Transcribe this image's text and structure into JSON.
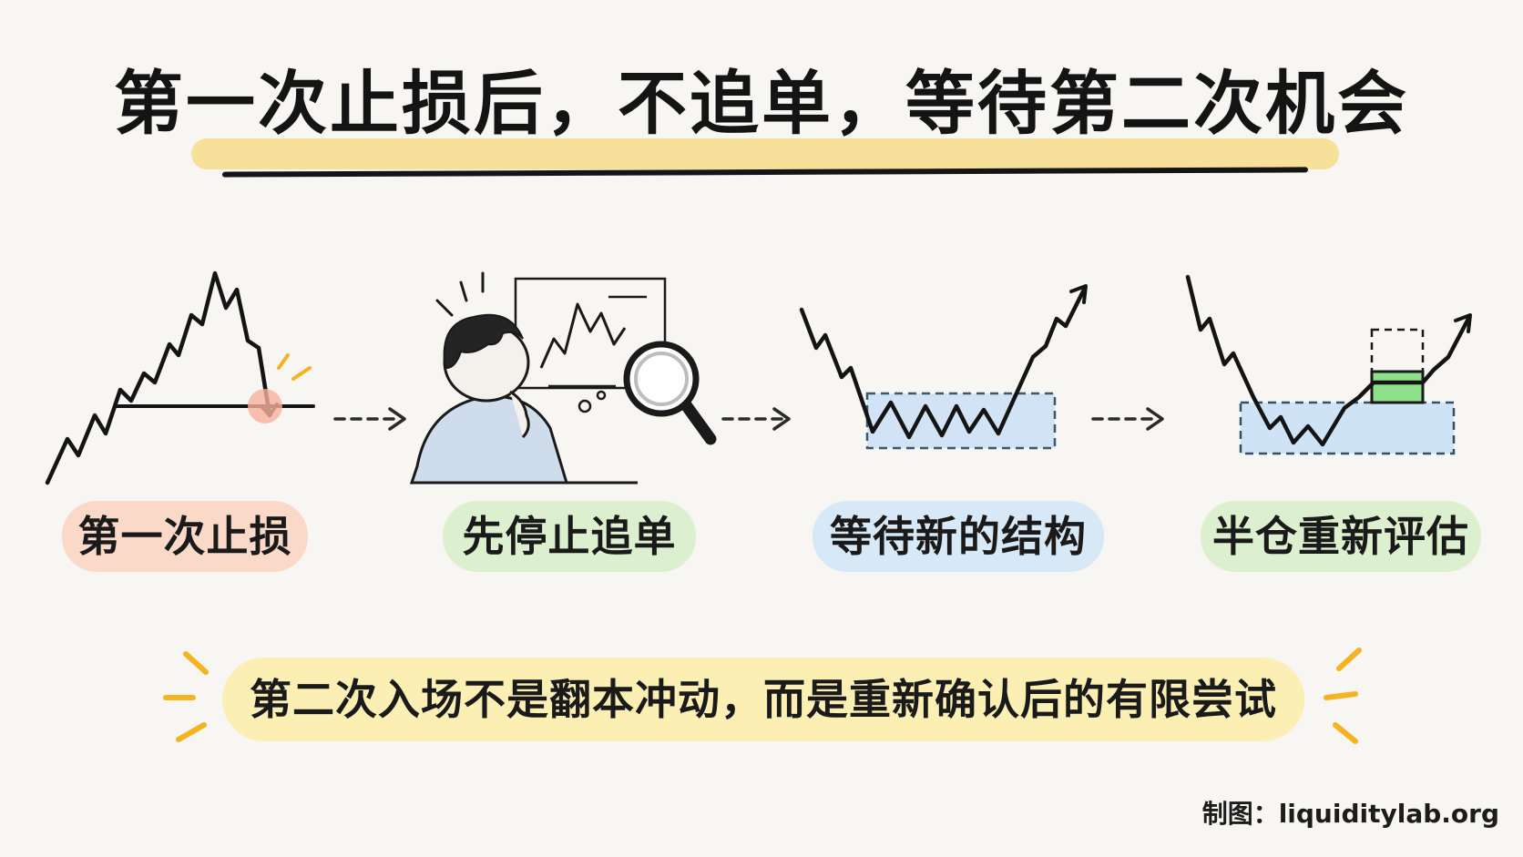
{
  "title": "第一次止损后，不追单，等待第二次机会",
  "steps": [
    {
      "label": "第一次止损",
      "color": "#fbd9c8"
    },
    {
      "label": "先停止追单",
      "color": "#dcf0cf"
    },
    {
      "label": "等待新的结构",
      "color": "#d7e9f7"
    },
    {
      "label": "半仓重新评估",
      "color": "#dcf0cf"
    }
  ],
  "footer": {
    "text": "第二次入场不是翻本冲动，而是重新确认后的有限尝试"
  },
  "credit": "制图：liquiditylab.org",
  "colors": {
    "highlight_yellow": "#f7dc8a",
    "zone_blue": "#cfe3f6",
    "zone_border": "#33506b",
    "green_box": "#8fe08a",
    "stop_dot": "#f6b29c",
    "accent_orange": "#f5b321"
  }
}
